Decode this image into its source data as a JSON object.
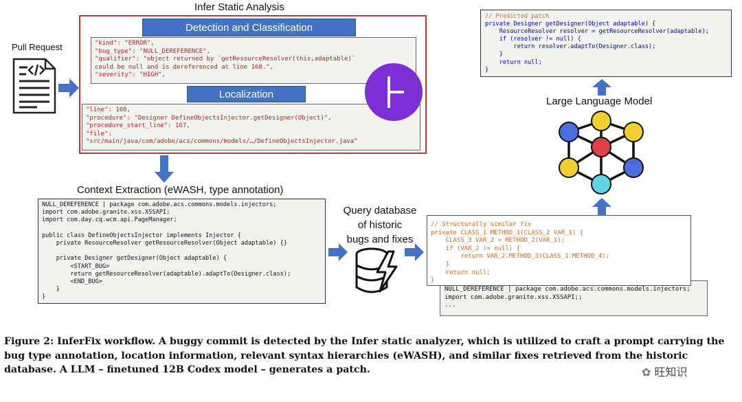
{
  "infer": {
    "title": "Infer Static Analysis",
    "detection_title": "Detection and Classification",
    "localization_title": "Localization",
    "detection_lines": [
      "\"kind\": \"ERROR\",",
      "\"bug_type\": \"NULL_DEREFERENCE\",",
      "\"qualifier\": \"object returned by `getResourceResolver(this,adaptable)`",
      "could be null and is dereferenced at line 168.\",",
      "\"severity\": \"HIGH\","
    ],
    "localization_lines": [
      "\"line\": 168,",
      "\"procedure\": \"Designer DefineObjectsInjector.getDesigner(Object)\",",
      "\"procedure_start_line\": 167,",
      "\"file\":",
      "\"src/main/java/com/adobe/acs/commons/models/…/DefineObjectsInjector.java\""
    ]
  },
  "pull_request": {
    "label": "Pull Request"
  },
  "context": {
    "title": "Context Extraction (eWASH, type annotation)",
    "lines": [
      "NULL_DEREFERENCE | package com.adobe.acs.commons.models.injectors;",
      "import com.adobe.granite.xss.XSSAPI;",
      "import com.day.cq.wcm.api.PageManager;",
      "",
      "public class DefineObjectsInjector implements Injector {",
      "    private ResourceResolver getResourceResolver(Object adaptable) {}",
      "",
      "    private Designer getDesigner(Object adaptable) {",
      "        <START_BUG>",
      "        return getResourceResolver(adaptable).adaptTo(Designer.class);",
      "        <END_BUG>",
      "    }",
      "}"
    ]
  },
  "database": {
    "label_lines": [
      "Query database",
      "of historic",
      "bugs and fixes"
    ]
  },
  "similar_fix": {
    "lines": [
      "// Structurally similar fix",
      "private CLASS_1 METHOD_1(CLASS_2 VAR_1) {",
      "    CLASS_3 VAR_2 = METHOD_2(VAR_1);",
      "    if (VAR_2 != null) {",
      "        return VAR_2.METHOD_3(CLASS_1.METHOD_4);",
      "    }",
      "    return null;",
      "}"
    ],
    "context_lines": [
      "NULL_DEREFERENCE | package com.adobe.acs.commons.models.injectors;",
      "import com.adobe.granite.xss.XSSAPI;;",
      "..."
    ]
  },
  "llm": {
    "title": "Large Language Model"
  },
  "patch": {
    "lines": [
      "// Predicted patch",
      "private Designer getDesigner(Object adaptable) {",
      "    ResourceResolver resolver = getResourceResolver(adaptable);",
      "    if (resolver != null) {",
      "        return resolver.adaptTo(Designer.class);",
      "    }",
      "    return null;",
      "}"
    ]
  },
  "caption": {
    "text": "Figure 2: InferFix workflow. A buggy commit is detected by the Infer static analyzer, which is utilized to craft a prompt carrying the bug type annotation, location information, relevant syntax hierarchies (eWASH), and similar fixes retrieved from the historic database. A LLM – finetuned 12B Codex model – generates a patch."
  },
  "watermark": {
    "text": "旺知识"
  },
  "colors": {
    "arrow_blue": "#4472c4",
    "band_blue": "#4472c4",
    "red_border": "#c0392b",
    "purple_circle": "#7b2fd4",
    "node_blue": "#4a6fe0",
    "node_red": "#e0404a",
    "node_yellow": "#f2d12e",
    "node_cyan": "#5fd3e6"
  }
}
